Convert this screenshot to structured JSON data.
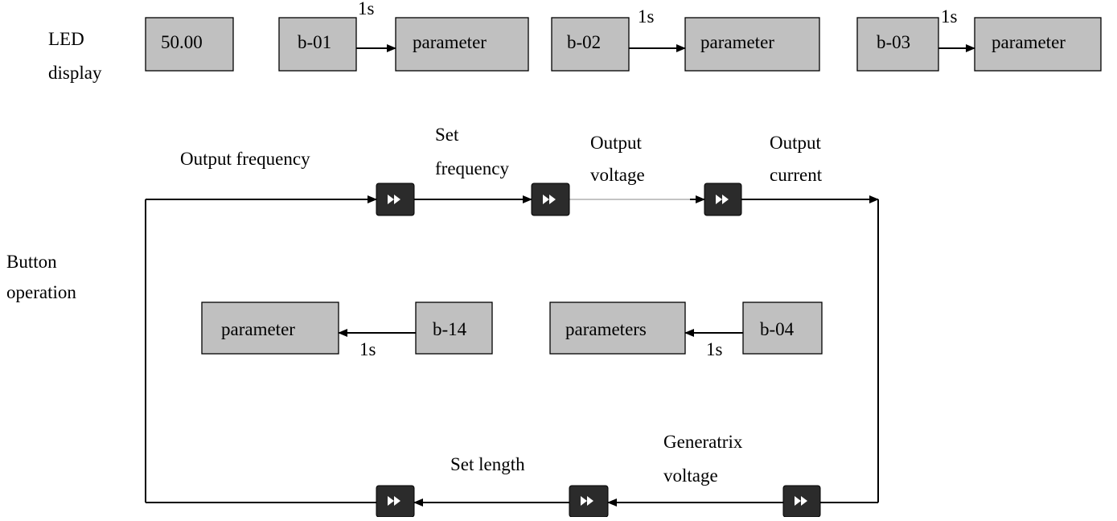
{
  "section_labels": {
    "led_line1": "LED",
    "led_line2": "display",
    "button_line1": "Button",
    "button_line2": "operation"
  },
  "led_boxes": {
    "freq_value": "50.00",
    "code1": "b-01",
    "param1": "parameter",
    "code2": "b-02",
    "param2": "parameter",
    "code3": "b-03",
    "param3": "parameter"
  },
  "delays": {
    "d1": "1s",
    "d2": "1s",
    "d3": "1s",
    "d4": "1s",
    "d5": "1s"
  },
  "step_labels": {
    "output_frequency": "Output frequency",
    "set_frequency_1": "Set",
    "set_frequency_2": "frequency",
    "output_voltage_1": "Output",
    "output_voltage_2": "voltage",
    "output_current_1": "Output",
    "output_current_2": "current",
    "generatrix_1": "Generatrix",
    "generatrix_2": "voltage",
    "set_length": "Set length"
  },
  "inner_boxes": {
    "param_left": "parameter",
    "code_b14": "b-14",
    "params_right": "parameters",
    "code_b04": "b-04"
  },
  "icons": {
    "button": "fast-forward-icon"
  }
}
